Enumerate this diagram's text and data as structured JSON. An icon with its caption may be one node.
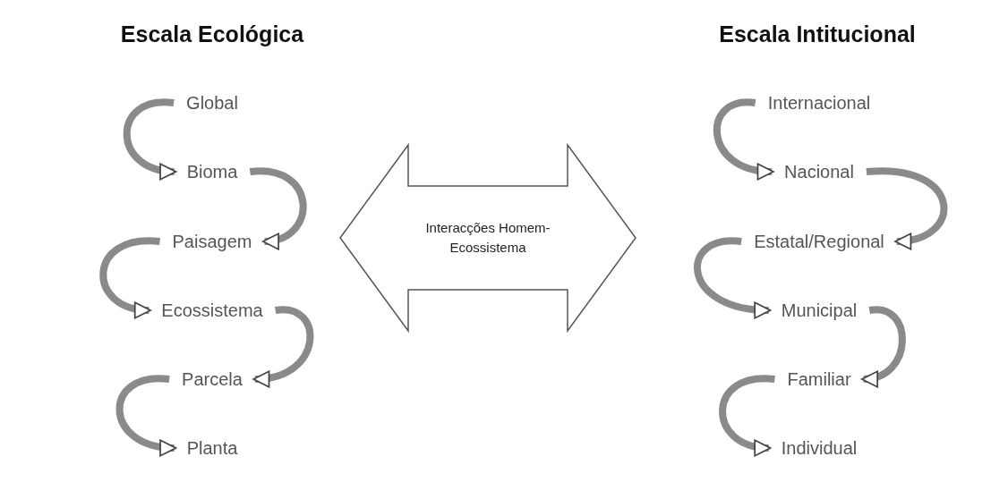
{
  "diagram": {
    "nodes": [
      {
        "text": [
          "Global"
        ]
      },
      {
        "text": [
          "Bioma"
        ]
      },
      {
        "text": [
          "Paisagem"
        ]
      },
      {
        "text": [
          "Ecossistema"
        ]
      },
      {
        "text": [
          "Parcela"
        ]
      },
      {
        "text": [
          "Planta"
        ]
      },
      {
        "text": [
          "Internacional"
        ]
      },
      {
        "text": [
          "Nacional"
        ]
      },
      {
        "text": [
          "Estatal/Regional"
        ]
      },
      {
        "text": [
          "Municipal"
        ]
      },
      {
        "text": [
          "Familiar"
        ]
      },
      {
        "text": [
          "Individual"
        ]
      },
      {
        "text": [
          "Interacções Homem-Ecossistema"
        ]
      }
    ],
    "edges": [
      {
        "from": 0,
        "to": 1,
        "arrow": "to"
      },
      {
        "from": 1,
        "to": 2,
        "arrow": "to"
      },
      {
        "from": 2,
        "to": 3,
        "arrow": "to"
      },
      {
        "from": 3,
        "to": 4,
        "arrow": "to"
      },
      {
        "from": 4,
        "to": 5,
        "arrow": "to"
      },
      {
        "from": 6,
        "to": 7,
        "arrow": "to"
      },
      {
        "from": 7,
        "to": 8,
        "arrow": "to"
      },
      {
        "from": 8,
        "to": 9,
        "arrow": "to"
      },
      {
        "from": 9,
        "to": 10,
        "arrow": "to"
      },
      {
        "from": 10,
        "to": 11,
        "arrow": "to"
      }
    ],
    "labels": [
      "Escala Ecológica",
      "Escala Intitucional"
    ]
  }
}
